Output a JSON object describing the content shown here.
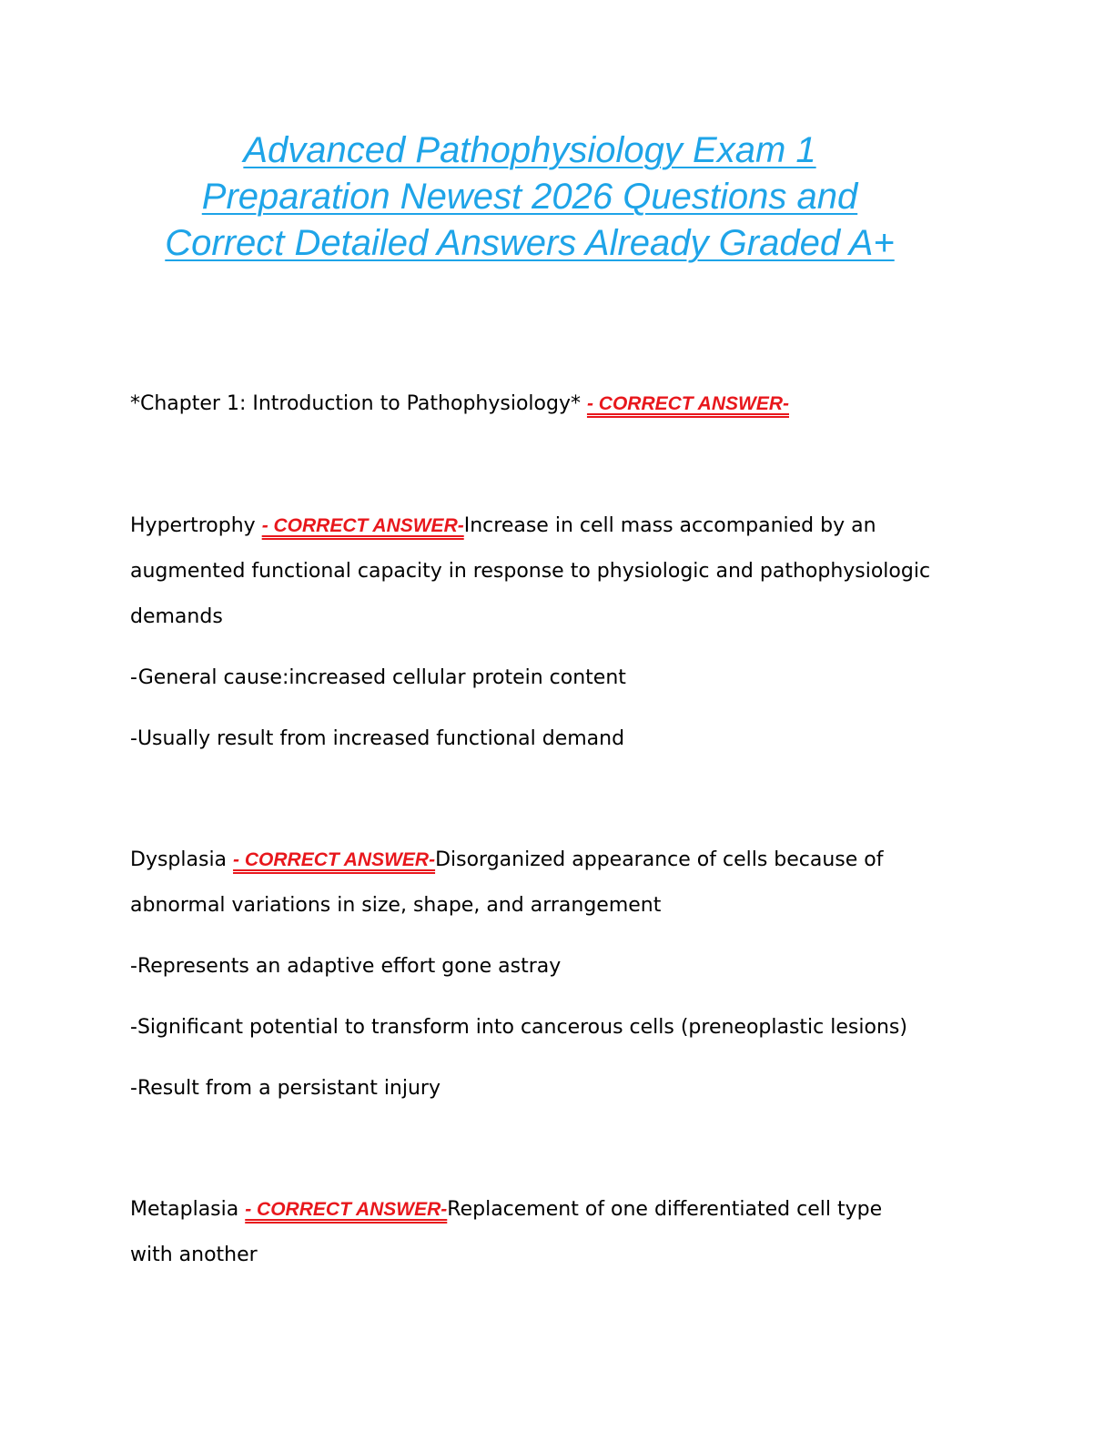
{
  "title": {
    "line1": "Advanced Pathophysiology  Exam 1",
    "line2": "Preparation Newest 2026 Questions and",
    "line3": "Correct Detailed Answers Already Graded A+"
  },
  "answer_tag": "- CORRECT ANSWER-",
  "chapter": {
    "heading": "*Chapter 1: Introduction to Pathophysiology* "
  },
  "entries": [
    {
      "term": "Hypertrophy ",
      "line1": "Increase in cell mass accompanied by an",
      "line2": "augmented functional capacity in response to physiologic and pathophysiologic",
      "line3": "demands",
      "points": [
        "-General cause:increased cellular protein content",
        "-Usually result from increased functional demand"
      ]
    },
    {
      "term": "Dysplasia ",
      "line1": "Disorganized appearance of cells because of",
      "line2": "abnormal variations in size, shape, and arrangement",
      "points": [
        "-Represents an adaptive effort gone astray",
        "-Significant potential to transform into cancerous cells (preneoplastic lesions)",
        "-Result from a persistant injury"
      ]
    },
    {
      "term": "Metaplasia ",
      "line1": "Replacement of one differentiated cell type",
      "line2": "with another"
    }
  ]
}
